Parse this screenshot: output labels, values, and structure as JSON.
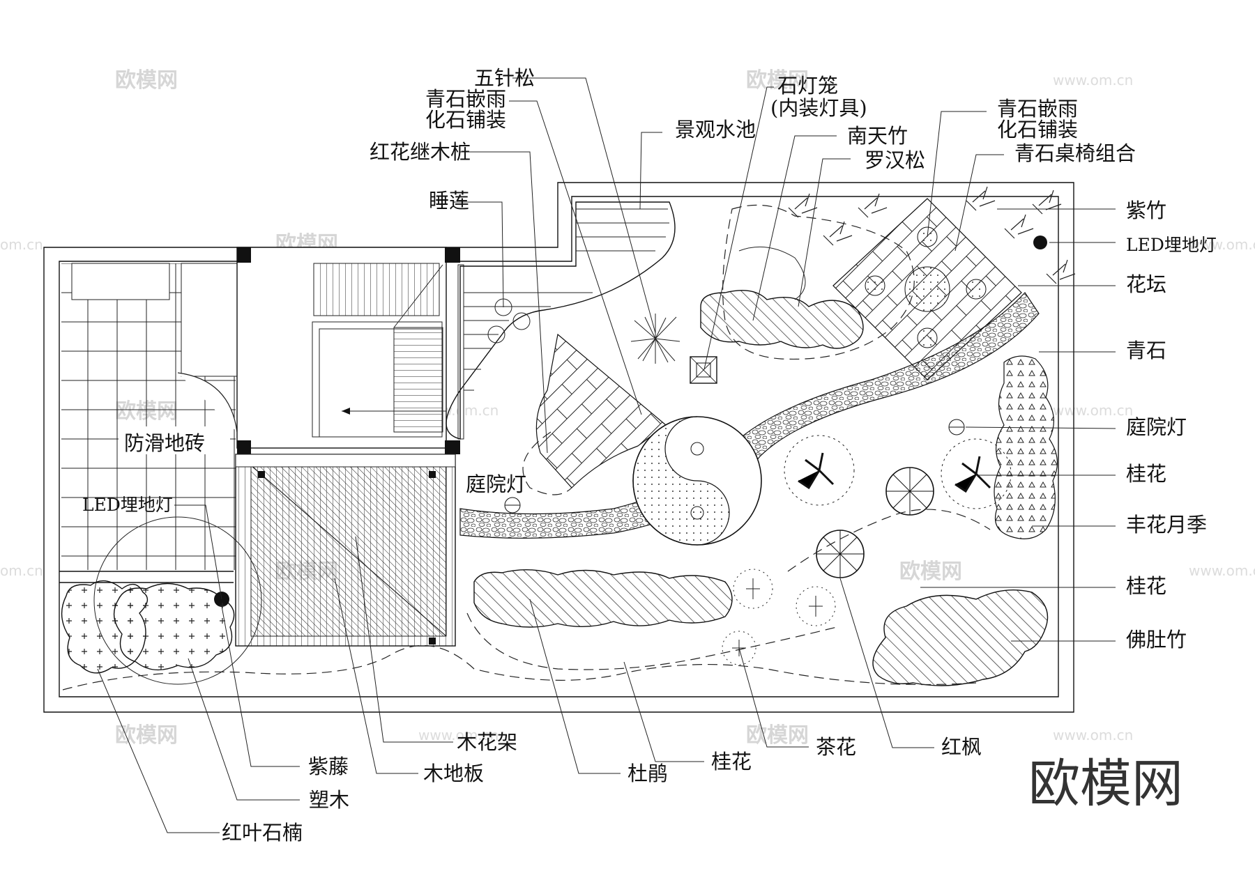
{
  "labels": {
    "wuzhensong": "五针松",
    "qingshi_paving_top_1": "青石嵌雨",
    "qingshi_paving_top_2": "化石铺装",
    "honghua_stake": "红花继木桩",
    "shuilian": "睡莲",
    "jingguan_pool": "景观水池",
    "stone_lantern_1": "石灯笼",
    "stone_lantern_2": "(内装灯具)",
    "nantianzhu": "南天竹",
    "luohansong": "罗汉松",
    "qingshi_paving_right_1": "青石嵌雨",
    "qingshi_paving_right_2": "化石铺装",
    "stone_table": "青石桌椅组合",
    "zizhu": "紫竹",
    "led_light_right": "LED埋地灯",
    "huatan": "花坛",
    "qingshi": "青石",
    "yard_light_right": "庭院灯",
    "guihua_right_top": "桂花",
    "fenghua_yueji": "丰花月季",
    "guihua_right_mid": "桂花",
    "fuduzhu": "佛肚竹",
    "antislip_tile": "防滑地砖",
    "led_light_left": "LED埋地灯",
    "yard_light_center": "庭院灯",
    "muhuajia": "木花架",
    "ziteng": "紫藤",
    "mudiban": "木地板",
    "sumu": "塑木",
    "duijuan": "杜鹃",
    "guihua_bottom": "桂花",
    "chahua": "茶花",
    "hongfeng": "红枫",
    "hongye_shinan": "红叶石楠"
  },
  "watermark": {
    "brand": "欧模网",
    "url": "www.om.cn",
    "url_short": "om.cn"
  }
}
